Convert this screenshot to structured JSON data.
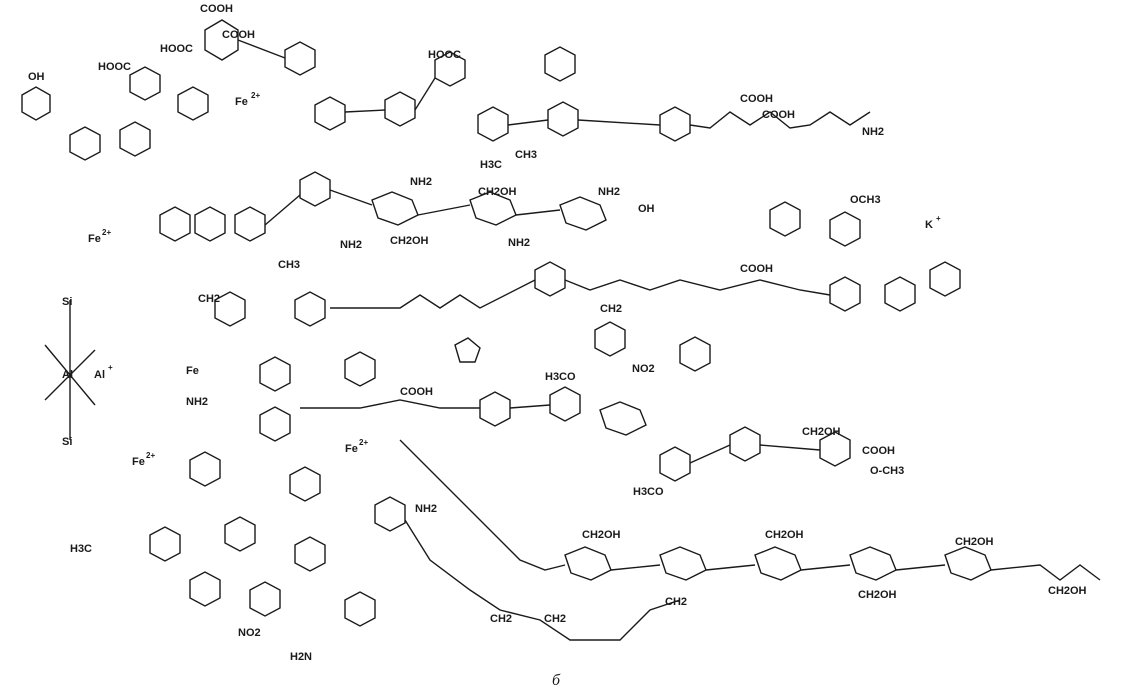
{
  "caption": "б",
  "labels": [
    {
      "id": "oh-1",
      "text": "OH"
    },
    {
      "id": "cooh-1",
      "text": "COOH"
    },
    {
      "id": "hooc-1",
      "text": "HOOC"
    },
    {
      "id": "hooc-2",
      "text": "HOOC"
    },
    {
      "id": "cooh-2",
      "text": "COOH"
    },
    {
      "id": "fe2-1",
      "text": "Fe"
    },
    {
      "id": "hooc-3",
      "text": "HOOC"
    },
    {
      "id": "cooh-3",
      "text": "COOH"
    },
    {
      "id": "cooh-4",
      "text": "COOH"
    },
    {
      "id": "nh2-1",
      "text": "NH2"
    },
    {
      "id": "h3c-1",
      "text": "H3C"
    },
    {
      "id": "ch3-1",
      "text": "CH3"
    },
    {
      "id": "nh2-2",
      "text": "NH2"
    },
    {
      "id": "ch2oh-1",
      "text": "CH2OH"
    },
    {
      "id": "nh2-3",
      "text": "NH2"
    },
    {
      "id": "oh-2",
      "text": "OH"
    },
    {
      "id": "k-1",
      "text": "K"
    },
    {
      "id": "och3-1",
      "text": "OCH3"
    },
    {
      "id": "fe2-2",
      "text": "Fe"
    },
    {
      "id": "ch3-2",
      "text": "CH3"
    },
    {
      "id": "nh2-4",
      "text": "NH2"
    },
    {
      "id": "ch2oh-2",
      "text": "CH2OH"
    },
    {
      "id": "nh2-5",
      "text": "NH2"
    },
    {
      "id": "si-1",
      "text": "Si"
    },
    {
      "id": "al-1",
      "text": "Al"
    },
    {
      "id": "al-2",
      "text": "Al"
    },
    {
      "id": "si-2",
      "text": "Si"
    },
    {
      "id": "fe-3",
      "text": "Fe"
    },
    {
      "id": "nh2-6",
      "text": "NH2"
    },
    {
      "id": "fe2-4",
      "text": "Fe"
    },
    {
      "id": "ch2-1",
      "text": "CH2"
    },
    {
      "id": "ch2-2",
      "text": "CH2"
    },
    {
      "id": "no2-1",
      "text": "NO2"
    },
    {
      "id": "cooh-5",
      "text": "COOH"
    },
    {
      "id": "cooh-6",
      "text": "COOH"
    },
    {
      "id": "h3co-1",
      "text": "H3CO"
    },
    {
      "id": "ch2oh-3",
      "text": "CH2OH"
    },
    {
      "id": "cooh-7",
      "text": "COOH"
    },
    {
      "id": "och3-2",
      "text": "O-CH3"
    },
    {
      "id": "fe2-5",
      "text": "Fe"
    },
    {
      "id": "h3co-2",
      "text": "H3CO"
    },
    {
      "id": "nh2-7",
      "text": "NH2"
    },
    {
      "id": "h3c-2",
      "text": "H3C"
    },
    {
      "id": "ch2oh-4",
      "text": "CH2OH"
    },
    {
      "id": "ch2oh-5",
      "text": "CH2OH"
    },
    {
      "id": "ch2oh-6",
      "text": "CH2OH"
    },
    {
      "id": "ch2oh-7",
      "text": "CH2OH"
    },
    {
      "id": "ch2oh-8",
      "text": "CH2OH"
    },
    {
      "id": "no2-2",
      "text": "NO2"
    },
    {
      "id": "h2n-1",
      "text": "H2N"
    },
    {
      "id": "ch2-3",
      "text": "CH2"
    },
    {
      "id": "ch2-4",
      "text": "CH2"
    },
    {
      "id": "ch2-5",
      "text": "CH2"
    }
  ]
}
